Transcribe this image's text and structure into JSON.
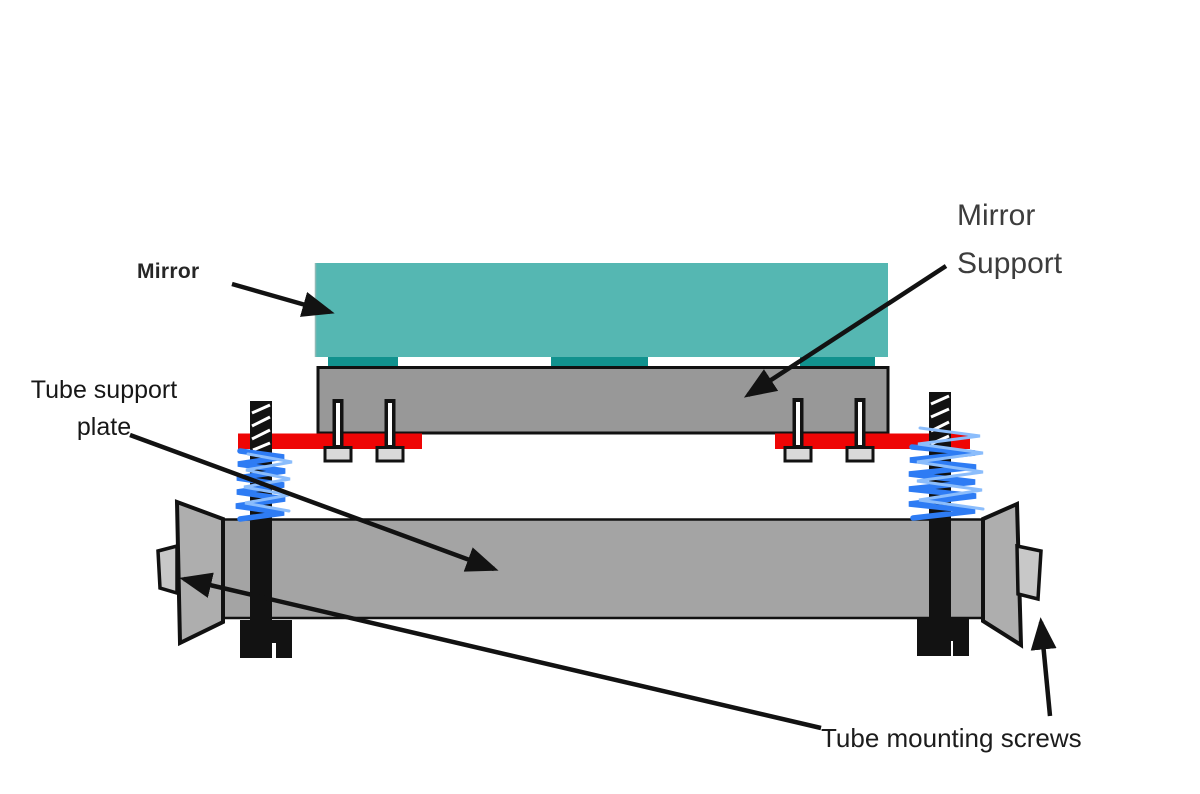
{
  "diagram": {
    "labels": {
      "mirror": "Mirror",
      "mirror_support": "Mirror Support",
      "tube_support_plate": "Tube support plate",
      "tube_mounting_screws": "Tube mounting screws"
    },
    "colors": {
      "mirror_glass": "#55b7b2",
      "mirror_pad": "#11928e",
      "support_plate_red": "#ee0505",
      "spring_blue": "#2e7cf4",
      "spring_highlight": "#8bbdfc",
      "support_block_gray": "#989898",
      "tube_gray": "#a4a4a4",
      "end_cap_gray": "#aeaeae",
      "protrusion_gray": "#c8c8c8",
      "hardware_black": "#121212"
    }
  }
}
